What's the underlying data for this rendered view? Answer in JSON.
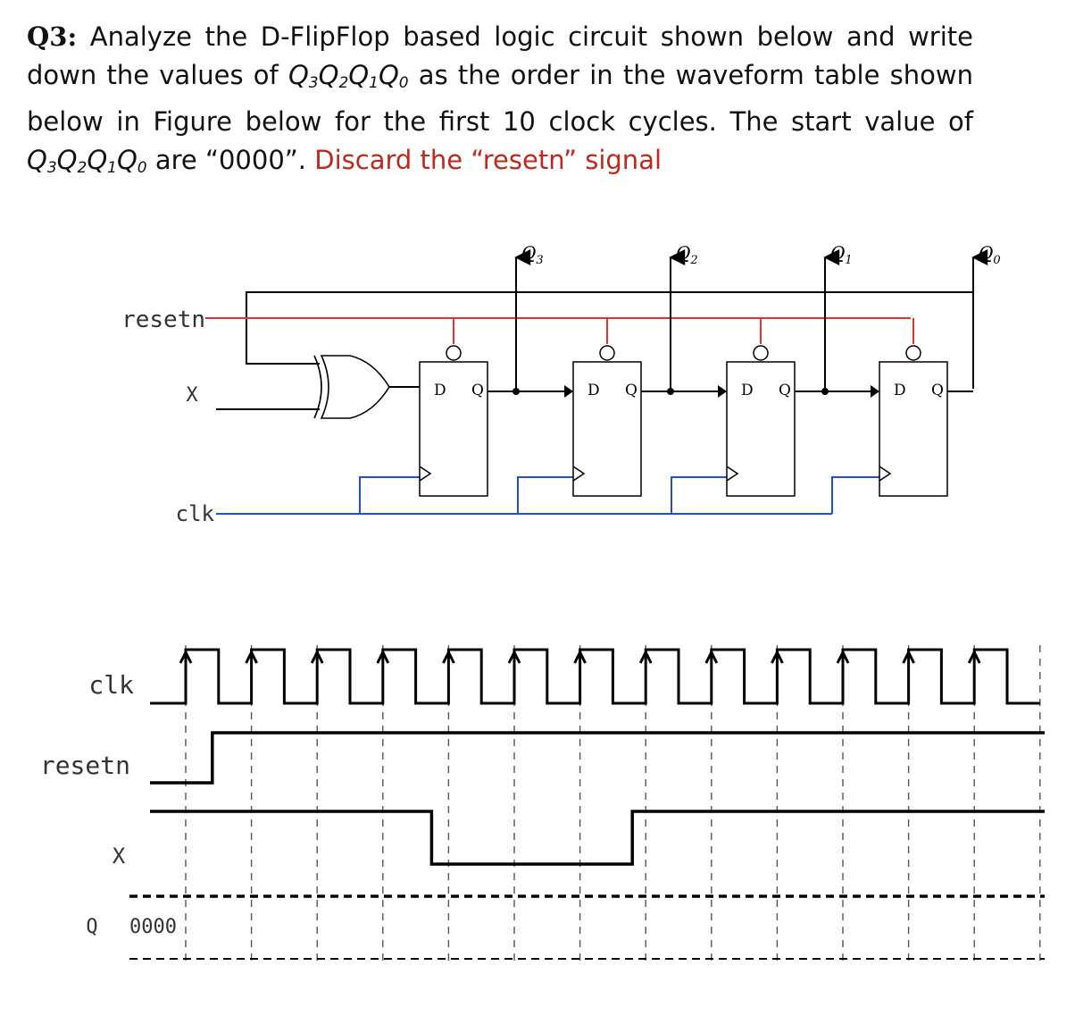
{
  "question": {
    "label": "Q3:",
    "text_1": " Analyze the D-FlipFlop based logic circuit shown below and write down the values of ",
    "text_2": " as the order in the waveform table shown below in Figure below for the first 10 clock cycles. The start value of ",
    "text_3": " are “0000”. ",
    "highlight": "Discard the “resetn” signal",
    "symbol_parts": [
      "Q",
      "3",
      "Q",
      "2",
      "Q",
      "1",
      "Q",
      "0"
    ]
  },
  "circuit": {
    "signals": {
      "resetn": "resetn",
      "x": "X",
      "clk": "clk"
    },
    "flipflop_pins": {
      "d": "D",
      "q": "Q"
    },
    "outputs": [
      {
        "letter": "Q",
        "sub": "3"
      },
      {
        "letter": "Q",
        "sub": "2"
      },
      {
        "letter": "Q",
        "sub": "1"
      },
      {
        "letter": "Q",
        "sub": "0"
      }
    ],
    "colors": {
      "resetn_wire": "#e8332a",
      "clk_wire": "#1f4fd1",
      "wire": "#000000"
    }
  },
  "waveform": {
    "labels": {
      "clk": "clk",
      "resetn": "resetn",
      "x": "X",
      "q": "Q"
    },
    "q_initial": "0000",
    "clock_cycles": 13,
    "resetn_high_from_cycle": 1,
    "x_low_cycles": [
      4,
      7
    ]
  }
}
